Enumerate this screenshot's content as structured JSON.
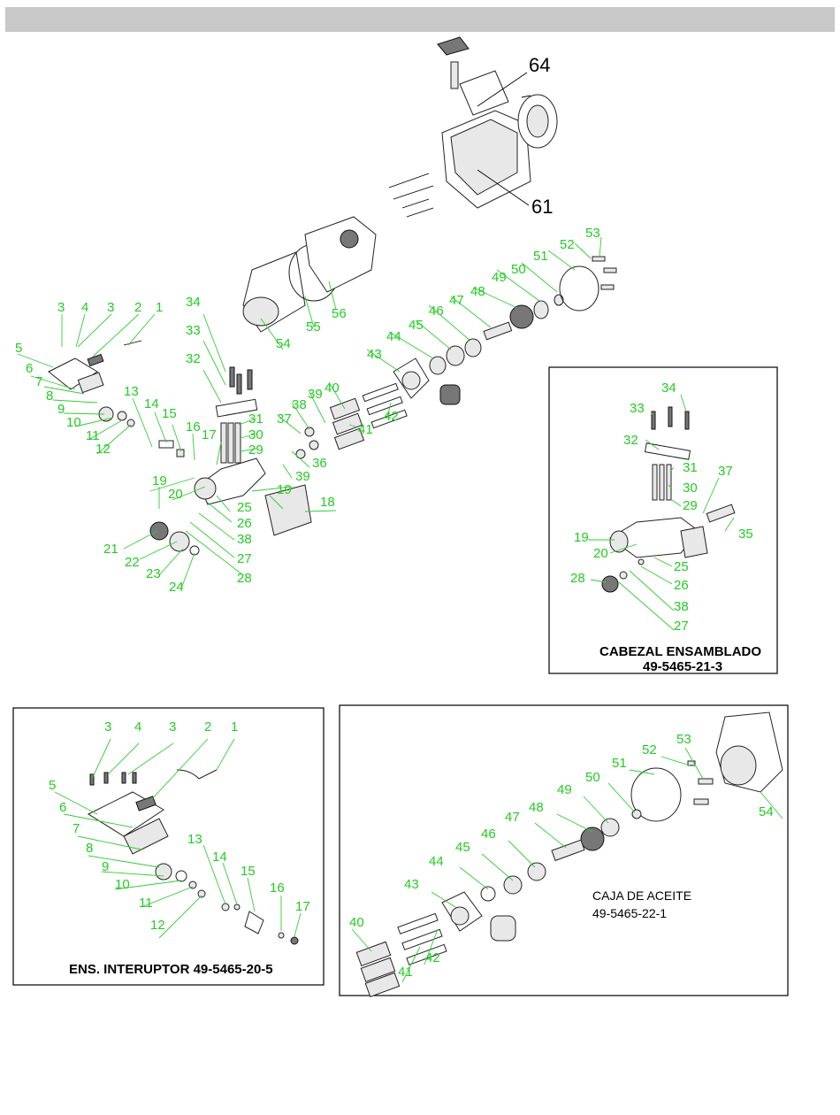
{
  "callouts_main": [
    "1",
    "2",
    "3",
    "4",
    "3",
    "5",
    "6",
    "7",
    "8",
    "9",
    "10",
    "11",
    "12",
    "13",
    "14",
    "15",
    "16",
    "17",
    "18",
    "19",
    "20",
    "19",
    "21",
    "22",
    "23",
    "24",
    "25",
    "26",
    "27",
    "28",
    "29",
    "30",
    "31",
    "32",
    "33",
    "34",
    "36",
    "37",
    "38",
    "39",
    "40",
    "41",
    "42",
    "43",
    "44",
    "45",
    "46",
    "47",
    "48",
    "49",
    "50",
    "51",
    "52",
    "53",
    "54",
    "55",
    "56",
    "61",
    "64"
  ],
  "boxes": {
    "head": {
      "caption": "CABEZAL ENSAMBLADO",
      "part_number": "49-5465-21-3",
      "callouts": [
        "34",
        "33",
        "32",
        "31",
        "30",
        "29",
        "37",
        "35",
        "19",
        "20",
        "25",
        "26",
        "28",
        "38",
        "27"
      ]
    },
    "switch": {
      "caption": "ENS. INTERUPTOR  49-5465-20-5",
      "callouts": [
        "3",
        "4",
        "3",
        "2",
        "1",
        "5",
        "6",
        "7",
        "8",
        "9",
        "10",
        "11",
        "12",
        "13",
        "14",
        "15",
        "16",
        "17"
      ]
    },
    "oil": {
      "caption": "CAJA DE ACEITE",
      "part_number": "49-5465-22-1",
      "callouts": [
        "52",
        "53",
        "51",
        "50",
        "49",
        "48",
        "47",
        "46",
        "45",
        "44",
        "43",
        "40",
        "42",
        "41",
        "54"
      ]
    }
  }
}
